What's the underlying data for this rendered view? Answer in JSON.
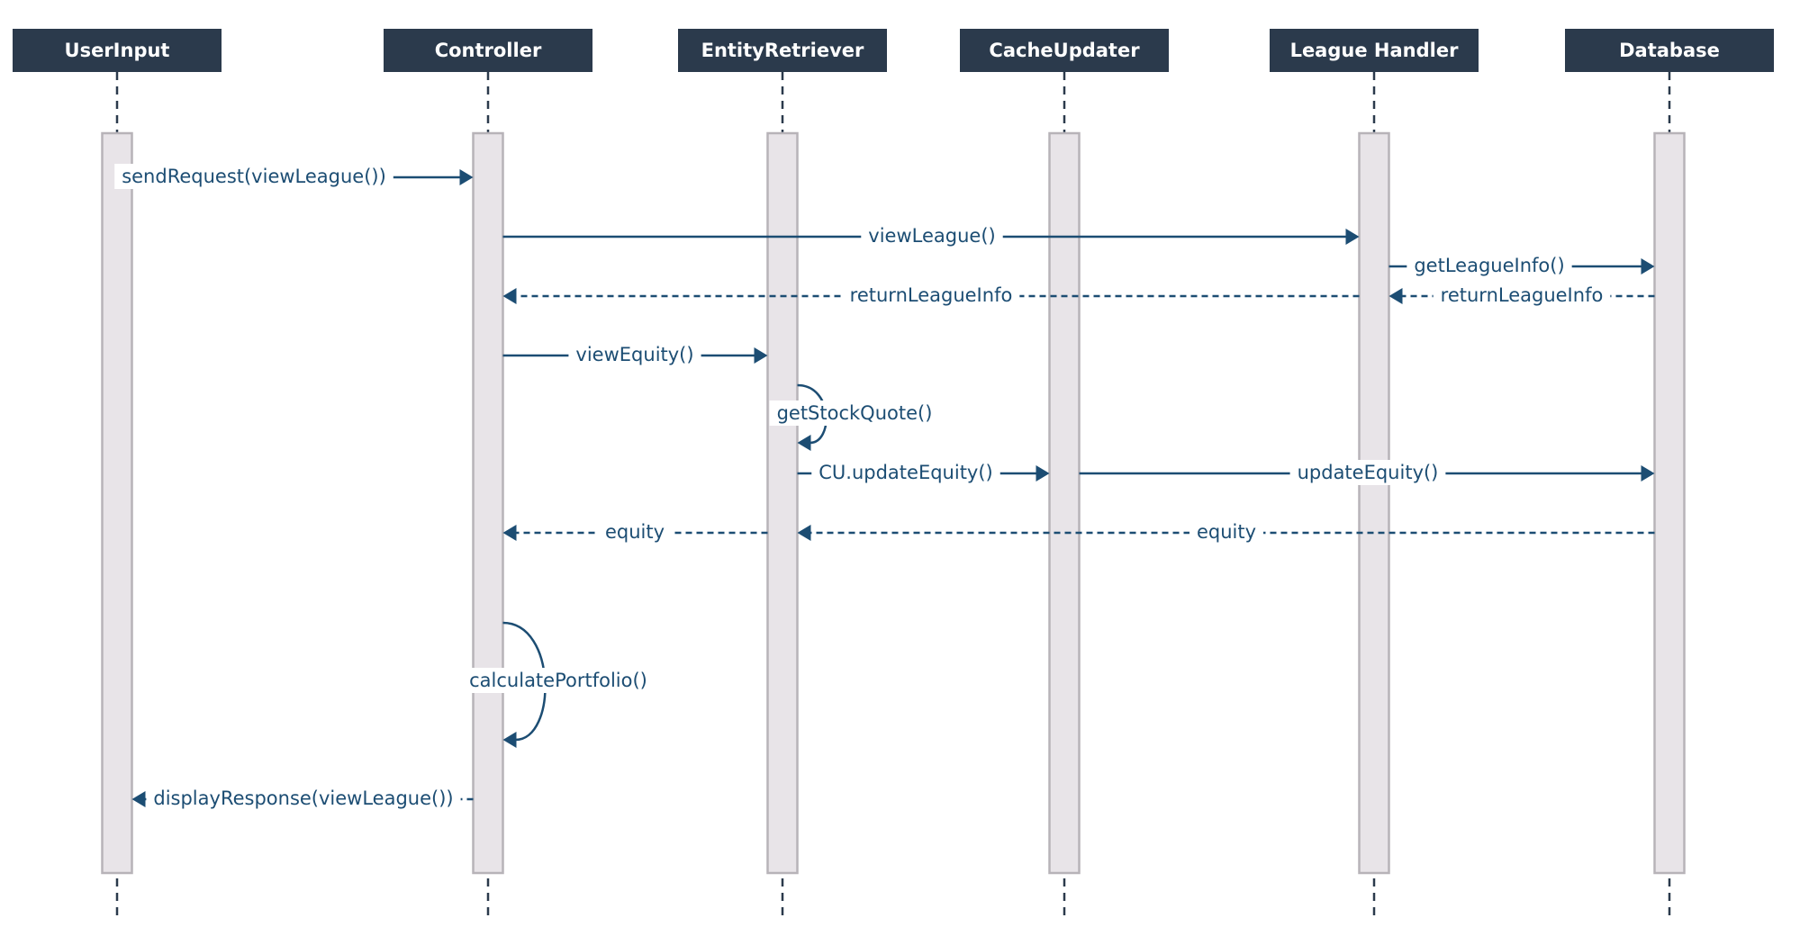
{
  "participants": [
    {
      "id": "userinput",
      "name": "UserInput"
    },
    {
      "id": "controller",
      "name": "Controller"
    },
    {
      "id": "entityretriever",
      "name": "EntityRetriever"
    },
    {
      "id": "cacheupdater",
      "name": "CacheUpdater"
    },
    {
      "id": "leaguehandler",
      "name": "League  Handler"
    },
    {
      "id": "database",
      "name": "Database"
    }
  ],
  "messages": [
    {
      "id": "send-request",
      "from": "userinput",
      "to": "controller",
      "label": "sendRequest(viewLeague())",
      "style": "solid"
    },
    {
      "id": "view-league",
      "from": "controller",
      "to": "leaguehandler",
      "label": "viewLeague()",
      "style": "solid"
    },
    {
      "id": "get-league-info",
      "from": "leaguehandler",
      "to": "database",
      "label": "getLeagueInfo()",
      "style": "solid"
    },
    {
      "id": "return-league-info-db",
      "from": "database",
      "to": "leaguehandler",
      "label": "returnLeagueInfo",
      "style": "dashed"
    },
    {
      "id": "return-league-info",
      "from": "leaguehandler",
      "to": "controller",
      "label": "returnLeagueInfo",
      "style": "dashed"
    },
    {
      "id": "view-equity",
      "from": "controller",
      "to": "entityretriever",
      "label": "viewEquity()",
      "style": "solid"
    },
    {
      "id": "get-stock-quote",
      "from": "entityretriever",
      "to": "entityretriever",
      "label": "getStockQuote()",
      "style": "self"
    },
    {
      "id": "cu-update-equity",
      "from": "entityretriever",
      "to": "cacheupdater",
      "label": "CU.updateEquity()",
      "style": "solid"
    },
    {
      "id": "update-equity",
      "from": "cacheupdater",
      "to": "database",
      "label": "updateEquity()",
      "style": "solid"
    },
    {
      "id": "equity-db",
      "from": "database",
      "to": "entityretriever",
      "label": "equity",
      "style": "dashed"
    },
    {
      "id": "equity-er",
      "from": "entityretriever",
      "to": "controller",
      "label": "equity",
      "style": "dashed"
    },
    {
      "id": "calculate-portfolio",
      "from": "controller",
      "to": "controller",
      "label": "calculatePortfolio()",
      "style": "self"
    },
    {
      "id": "display-response",
      "from": "controller",
      "to": "userinput",
      "label": "displayResponse(viewLeague())",
      "style": "dashed"
    }
  ],
  "colors": {
    "header": "#2b3a4c",
    "message": "#1c4d73",
    "activation_fill": "#e8e4e8",
    "activation_stroke": "#b7b3b8"
  }
}
